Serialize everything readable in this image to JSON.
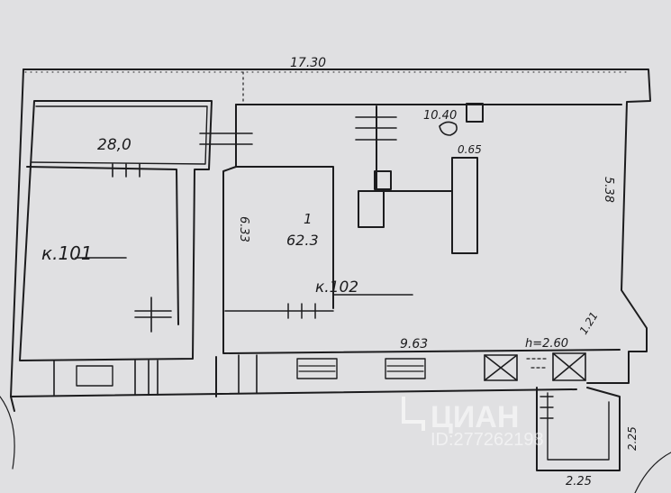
{
  "plan": {
    "overall_length": "17.30",
    "left_room_width": "28,0",
    "left_room_label": "к.101",
    "right_room_depth_left": "6.33",
    "room_number": "1",
    "room_area": "62.3",
    "right_room_label": "к.102",
    "right_wall_length": "5.38",
    "inner_bottom_length": "9.63",
    "height_note": "h=2.60",
    "corner_diagonal": "1.21",
    "top_right_dimension": "10.40",
    "small_dimension": "0.65",
    "annex_side": "2.25",
    "annex_bottom": "2.25"
  },
  "watermark": {
    "brand": "ЦИАН",
    "id_text": "ID:277262198"
  },
  "colors": {
    "paper": "#dcdcde",
    "ink": "#1c1c1e"
  }
}
